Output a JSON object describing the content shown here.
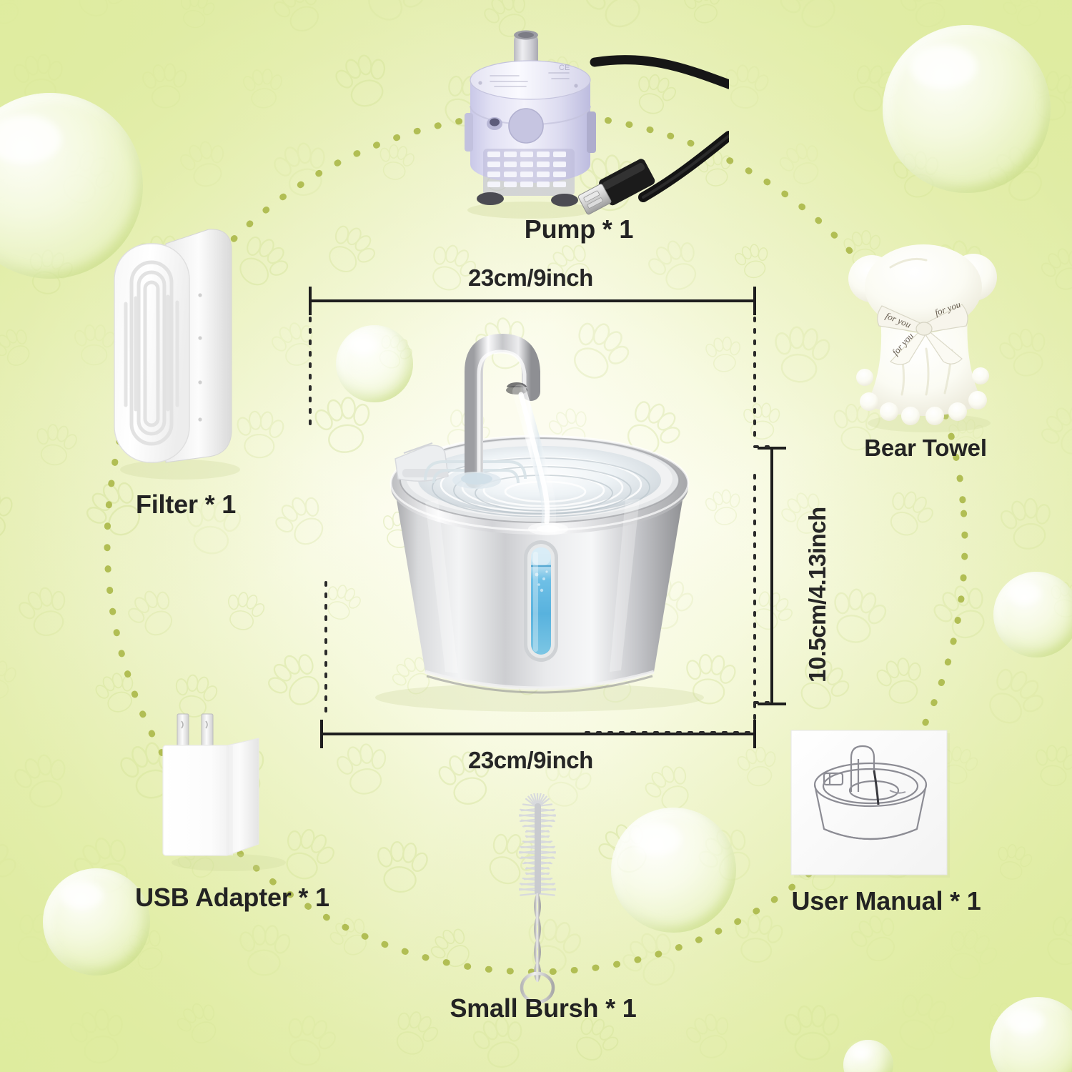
{
  "page": {
    "type": "product-accessory-infographic",
    "background_color": "#eef3c9",
    "accent_dot_color": "#aebb4e",
    "label_color": "#232323"
  },
  "dimensions": {
    "top_width": "23cm/9inch",
    "bottom_width": "23cm/9inch",
    "height": "10.5cm/4.13inch"
  },
  "parts": [
    {
      "id": "pump",
      "label": "Pump * 1",
      "icon": "water-pump-icon"
    },
    {
      "id": "filter",
      "label": "Filter * 1",
      "icon": "filter-cartridge-icon"
    },
    {
      "id": "bear_towel",
      "label": "Bear Towel",
      "icon": "bear-towel-icon"
    },
    {
      "id": "usb_adapter",
      "label": "USB Adapter * 1",
      "icon": "usb-wall-adapter-icon"
    },
    {
      "id": "brush",
      "label": "Small Bursh * 1",
      "icon": "bottle-brush-icon"
    },
    {
      "id": "manual",
      "label": "User Manual * 1",
      "icon": "user-manual-icon"
    }
  ],
  "main_product": {
    "name": "stainless-steel-pet-water-fountain",
    "water_window_color": "#4aa8dd"
  },
  "towel_ribbon_text": "for you"
}
